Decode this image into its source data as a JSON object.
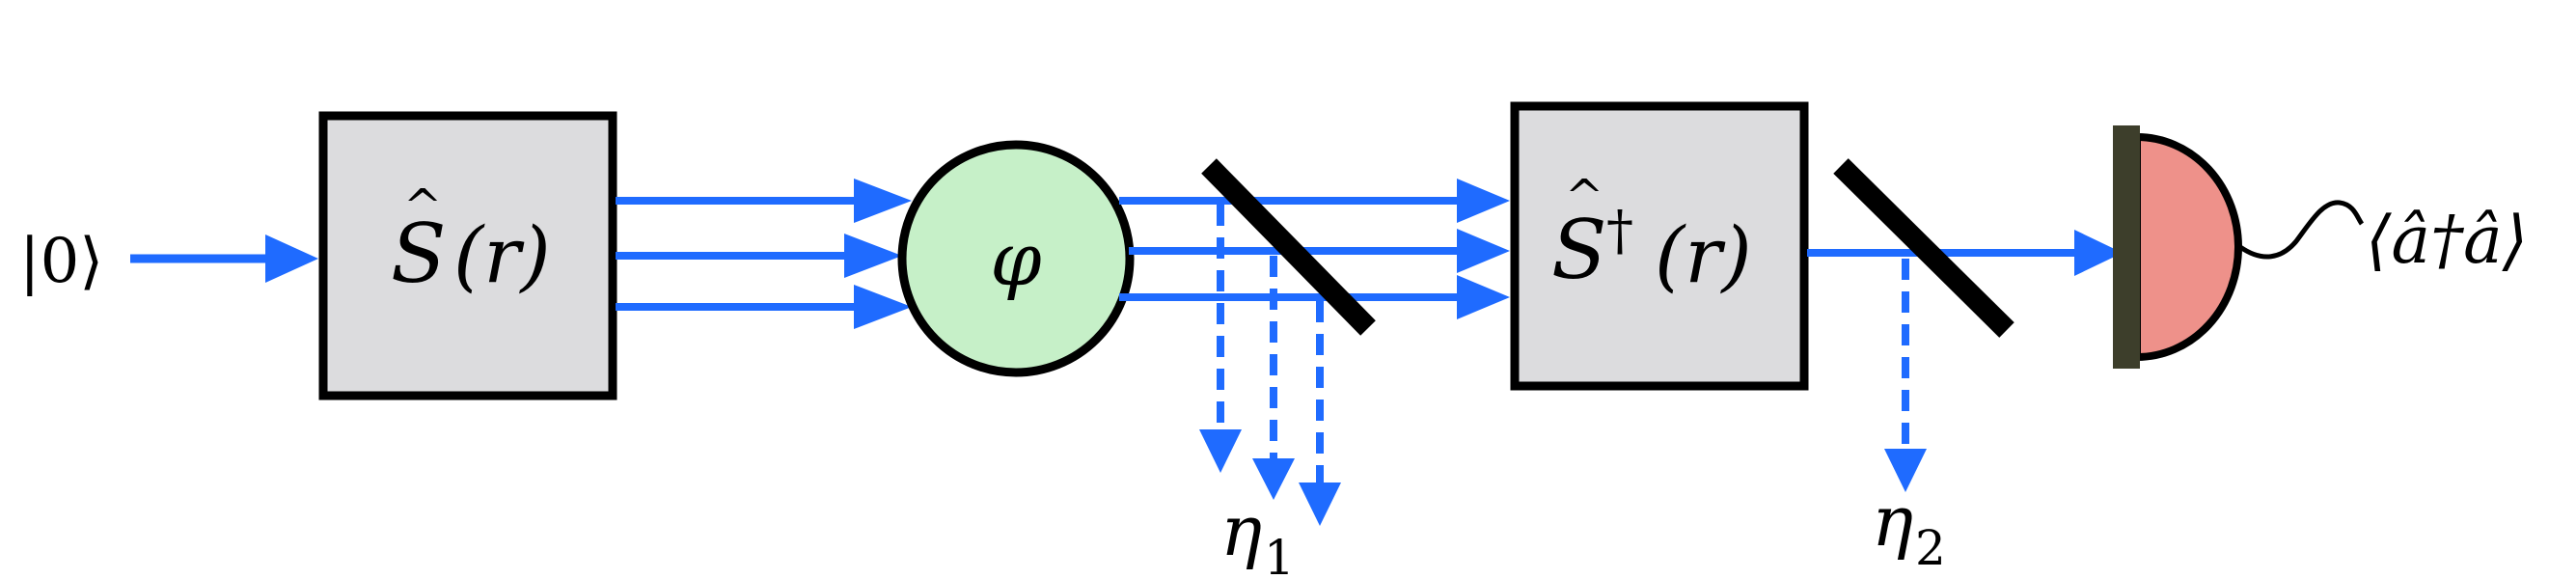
{
  "diagram": {
    "input_state": "|0⟩",
    "squeeze_box": {
      "hat": "^",
      "op": "S",
      "arg": "(r)"
    },
    "phase": "φ",
    "unsqueeze_box": {
      "hat": "^",
      "op": "S",
      "dagger": "†",
      "arg": "(r)"
    },
    "loss_1": {
      "symbol": "η",
      "subscript": "1"
    },
    "loss_2": {
      "symbol": "η",
      "subscript": "2"
    },
    "measurement": "⟨â†â⟩",
    "colors": {
      "beam": "#1f6bff",
      "box_fill": "#dcdcde",
      "phase_fill": "#c6f0c8",
      "detector_fill": "#ee918a",
      "detector_plate": "#3d3e2b",
      "outline": "#000000"
    }
  }
}
